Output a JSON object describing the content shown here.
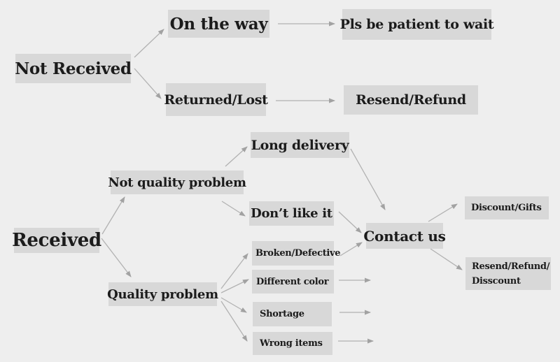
{
  "diagram": {
    "description": "Customer service after-sale flowchart",
    "colors": {
      "background": "#eeeeee",
      "node_fill": "#d8d8d8",
      "text": "#1b1b1b",
      "arrow": "#b2b2b2",
      "arrowhead": "#a2a2a2"
    },
    "nodes": {
      "not_received": "Not Received",
      "on_the_way": "On the way",
      "pls_wait": "Pls be patient to wait",
      "returned_lost": "Returned/Lost",
      "resend_refund": "Resend/Refund",
      "received": "Received",
      "not_quality_problem": "Not quality problem",
      "long_delivery": "Long delivery",
      "dont_like_it": "Don’t like it",
      "quality_problem": "Quality problem",
      "broken_defective": "Broken/Defective",
      "different_color": "Different color",
      "shortage": "Shortage",
      "wrong_items": "Wrong items",
      "contact_us": "Contact us",
      "discount_gifts": "Discount/Gifts",
      "resend_refund_disscount": {
        "line1": "Resend/Refund/",
        "line2": "Disscount"
      }
    },
    "edges": [
      {
        "from": "not_received",
        "to": "on_the_way"
      },
      {
        "from": "not_received",
        "to": "returned_lost"
      },
      {
        "from": "on_the_way",
        "to": "pls_wait"
      },
      {
        "from": "returned_lost",
        "to": "resend_refund"
      },
      {
        "from": "received",
        "to": "not_quality_problem"
      },
      {
        "from": "received",
        "to": "quality_problem"
      },
      {
        "from": "not_quality_problem",
        "to": "long_delivery"
      },
      {
        "from": "not_quality_problem",
        "to": "dont_like_it"
      },
      {
        "from": "long_delivery",
        "to": "contact_us"
      },
      {
        "from": "dont_like_it",
        "to": "contact_us"
      },
      {
        "from": "broken_defective",
        "to": "contact_us"
      },
      {
        "from": "quality_problem",
        "to": "broken_defective"
      },
      {
        "from": "quality_problem",
        "to": "different_color"
      },
      {
        "from": "quality_problem",
        "to": "shortage"
      },
      {
        "from": "quality_problem",
        "to": "wrong_items"
      },
      {
        "from": "different_color",
        "to": null
      },
      {
        "from": "shortage",
        "to": null
      },
      {
        "from": "wrong_items",
        "to": null
      },
      {
        "from": "contact_us",
        "to": "discount_gifts"
      },
      {
        "from": "contact_us",
        "to": "resend_refund_disscount"
      }
    ]
  }
}
